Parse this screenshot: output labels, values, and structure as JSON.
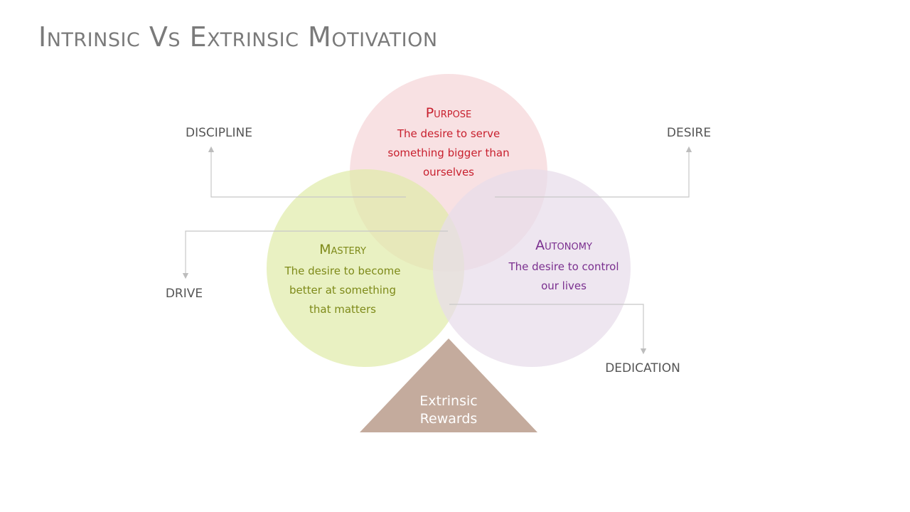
{
  "title": "Intrinsic Vs Extrinsic Motivation",
  "colors": {
    "title": "#7a7a7a",
    "purpose_fill": "#f6d7d9",
    "purpose_text": "#c8202e",
    "mastery_fill": "#dfeba8",
    "mastery_text": "#7e8a19",
    "autonomy_fill": "#e7dcea",
    "autonomy_text": "#7a2f8f",
    "triangle_fill": "#c4ab9d",
    "triangle_text": "#ffffff",
    "connector": "#c8c8c8",
    "label": "#555555"
  },
  "circles": {
    "purpose": {
      "title": "Purpose",
      "desc_lines": [
        "The desire to serve",
        "something bigger than",
        "ourselves"
      ]
    },
    "mastery": {
      "title": "Mastery",
      "desc_lines": [
        "The desire to become",
        "better at something",
        "that matters"
      ]
    },
    "autonomy": {
      "title": "Autonomy",
      "desc_lines": [
        "The desire to control",
        "our lives"
      ]
    }
  },
  "triangle": {
    "lines": [
      "Extrinsic",
      "Rewards"
    ]
  },
  "labels": {
    "discipline": "DISCIPLINE",
    "desire": "DESIRE",
    "drive": "DRIVE",
    "dedication": "DEDICATION"
  }
}
